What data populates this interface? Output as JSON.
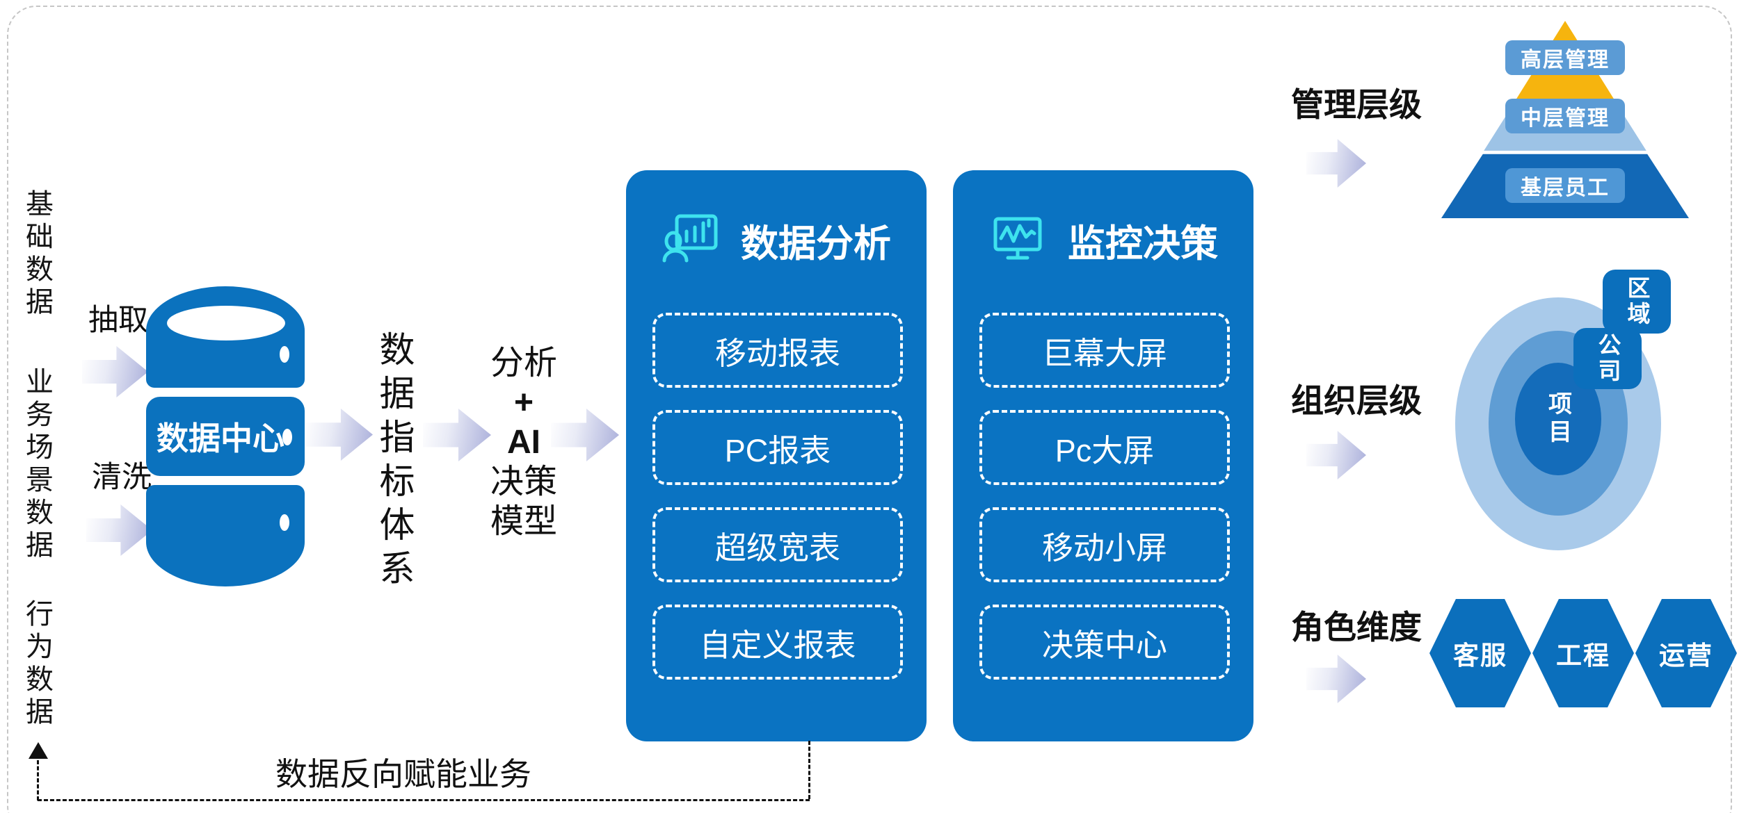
{
  "diagram": {
    "source_labels": [
      "基础数据",
      "业务场景数据",
      "行为数据"
    ],
    "etl": {
      "extract": "抽取",
      "clean": "清洗"
    },
    "data_center": "数据中心",
    "indicator_system": "数据指标体系",
    "model_lines": [
      "分析",
      "+",
      "AI",
      "决策",
      "模型"
    ],
    "panels": [
      {
        "title": "数据分析",
        "icon": "person-chart-board-icon",
        "items": [
          "移动报表",
          "PC报表",
          "超级宽表",
          "自定义报表"
        ]
      },
      {
        "title": "监控决策",
        "icon": "monitor-waveform-icon",
        "items": [
          "巨幕大屏",
          "Pc大屏",
          "移动小屏",
          "决策中心"
        ]
      }
    ],
    "sections": [
      {
        "label": "管理层级",
        "levels": [
          "高层管理",
          "中层管理",
          "基层员工"
        ]
      },
      {
        "label": "组织层级",
        "rings": [
          "区域",
          "公司",
          "项目"
        ]
      },
      {
        "label": "角色维度",
        "roles": [
          "客服",
          "工程",
          "运营"
        ]
      }
    ],
    "feedback_label": "数据反向赋能业务",
    "colors": {
      "primary_blue": "#0b72be",
      "panel_blue": "#0a73c2",
      "icon_cyan": "#3ee3ee",
      "pyramid_yellow": "#f6b40e",
      "pyramid_light_blue": "#9dc3e6",
      "pyramid_dark_blue": "#1268b6",
      "level_badge_blue": "#5b9bd5",
      "ring_outer": "#a9caea",
      "ring_middle": "#5f9dd4",
      "ring_inner": "#146cba",
      "hex_blue": "#0b6fbc",
      "arrow_lavender": "#a9aeda"
    }
  }
}
